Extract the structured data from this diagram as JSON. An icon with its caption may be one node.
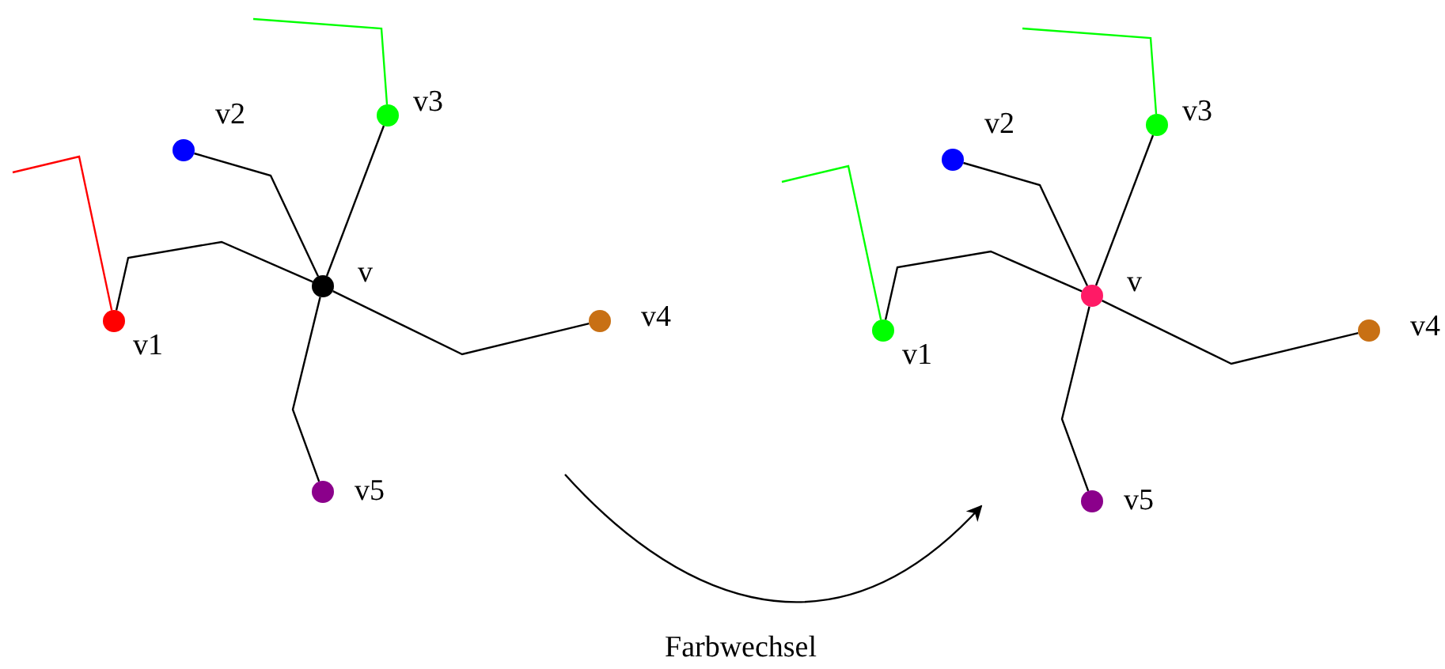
{
  "diagram": {
    "nodes": [
      {
        "text": [],
        "shape": "circle",
        "beside": [
          "v"
        ]
      },
      {
        "text": [],
        "shape": "circle",
        "beside": [
          "v1"
        ]
      },
      {
        "text": [],
        "shape": "circle",
        "beside": [
          "v2"
        ]
      },
      {
        "text": [],
        "shape": "circle",
        "beside": [
          "v3"
        ]
      },
      {
        "text": [],
        "shape": "circle",
        "beside": [
          "v4"
        ]
      },
      {
        "text": [],
        "shape": "circle",
        "beside": [
          "v5"
        ]
      },
      {
        "text": [],
        "shape": "circle",
        "beside": [
          "v"
        ]
      },
      {
        "text": [],
        "shape": "circle",
        "beside": [
          "v1"
        ]
      },
      {
        "text": [],
        "shape": "circle",
        "beside": [
          "v2"
        ]
      },
      {
        "text": [],
        "shape": "circle",
        "beside": [
          "v3"
        ]
      },
      {
        "text": [],
        "shape": "circle",
        "beside": [
          "v4"
        ]
      },
      {
        "text": [],
        "shape": "circle",
        "beside": [
          "v5"
        ]
      }
    ],
    "edges": [
      {
        "from": 0,
        "to": 1,
        "arrow": "none"
      },
      {
        "from": 0,
        "to": 2,
        "arrow": "none"
      },
      {
        "from": 0,
        "to": 3,
        "arrow": "none"
      },
      {
        "from": 0,
        "to": 4,
        "arrow": "none"
      },
      {
        "from": 0,
        "to": 5,
        "arrow": "none"
      },
      {
        "from": 1,
        "to": null,
        "arrow": "none",
        "color": "#ff0000"
      },
      {
        "from": 3,
        "to": null,
        "arrow": "none",
        "color": "#00ff00"
      },
      {
        "from": 6,
        "to": 7,
        "arrow": "none"
      },
      {
        "from": 6,
        "to": 8,
        "arrow": "none"
      },
      {
        "from": 6,
        "to": 9,
        "arrow": "none"
      },
      {
        "from": 6,
        "to": 10,
        "arrow": "none"
      },
      {
        "from": 6,
        "to": 11,
        "arrow": "none"
      },
      {
        "from": 7,
        "to": null,
        "arrow": "none",
        "color": "#00ff00"
      },
      {
        "from": 9,
        "to": null,
        "arrow": "none",
        "color": "#00ff00"
      }
    ],
    "labels": [
      "Farbwechsel"
    ]
  }
}
